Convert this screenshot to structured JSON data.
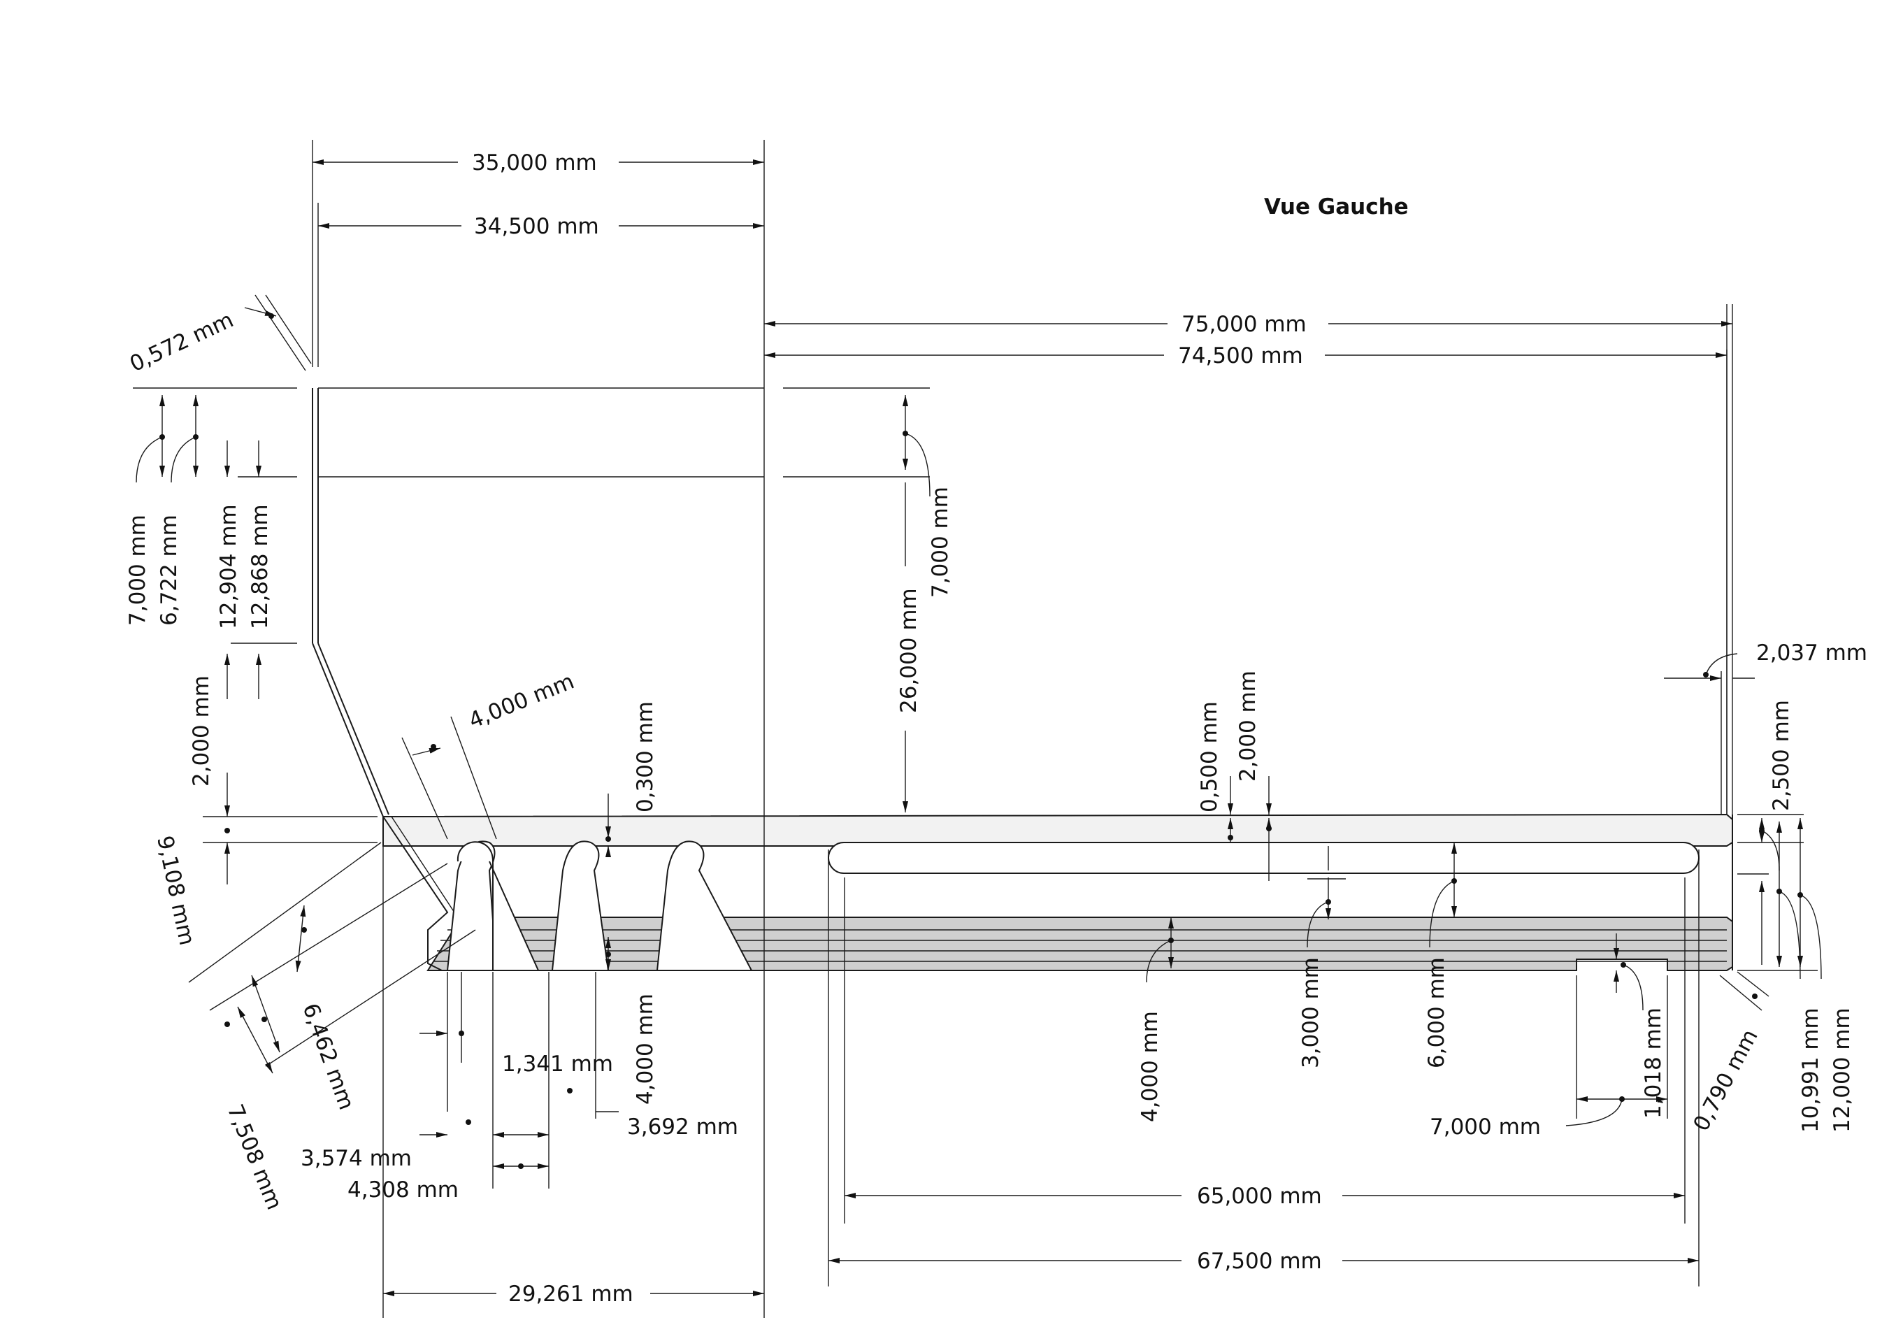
{
  "view_title": "Vue Gauche",
  "colors": {
    "line": "#1a1a1a",
    "upper_face": "#f2f2f2",
    "lower_face": "#cfcfcf",
    "background": "#ffffff"
  },
  "dimensions": {
    "overall_left": "35,000 mm",
    "inner_left": "34,500 mm",
    "overall_right": "75,000 mm",
    "inner_right": "74,500 mm",
    "sheet_thickness": "0,572 mm",
    "flange_7": "7,000 mm",
    "flange_6722": "6,722 mm",
    "flange_12904": "12,904 mm",
    "flange_12868": "12,868 mm",
    "gap_2000_left": "2,000 mm",
    "slant_4000": "4,000 mm",
    "tooth_gap_0300": "0,300 mm",
    "height_26000": "26,000 mm",
    "height_7000_right": "7,000 mm",
    "slot_0500": "0,500 mm",
    "slot_2000": "2,000 mm",
    "end_2037": "2,037 mm",
    "end_2500": "2,500 mm",
    "diag_9108": "9,108 mm",
    "diag_6462": "6,462 mm",
    "diag_7508": "7,508 mm",
    "tooth_1341": "1,341 mm",
    "tooth_4000": "4,000 mm",
    "tooth_3692": "3,692 mm",
    "tooth_3574": "3,574 mm",
    "tooth_4308": "4,308 mm",
    "body_4000": "4,000 mm",
    "body_3000": "3,000 mm",
    "body_6000": "6,000 mm",
    "notch_1018": "1,018 mm",
    "notch_7000": "7,000 mm",
    "corner_0790": "0,790 mm",
    "end_10991": "10,991 mm",
    "end_12000": "12,000 mm",
    "slot_65000": "65,000 mm",
    "slot_67500": "67,500 mm",
    "base_29261": "29,261 mm"
  }
}
